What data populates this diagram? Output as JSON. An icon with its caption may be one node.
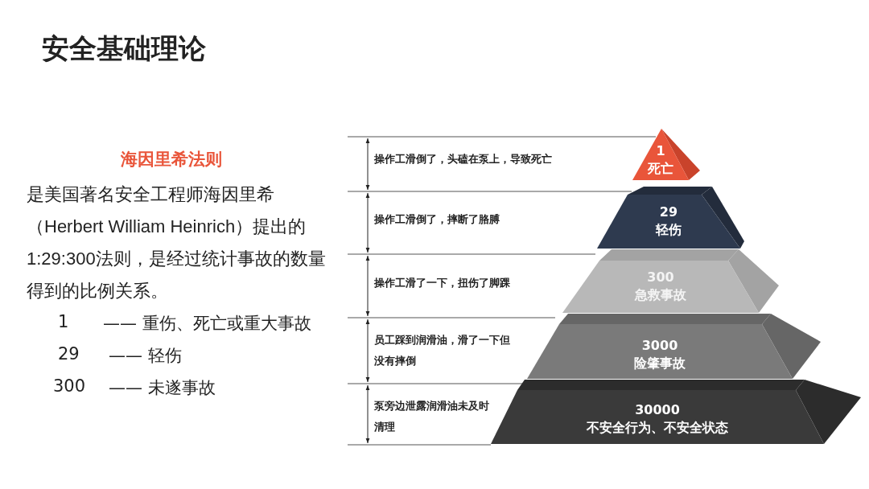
{
  "diagram": {
    "title": "安全基础理论",
    "nodes": [
      {
        "text": [
          "1",
          "死亡"
        ]
      },
      {
        "text": [
          "29",
          "轻伤"
        ]
      },
      {
        "text": [
          "300",
          "急救事故"
        ]
      },
      {
        "text": [
          "3000",
          "险肇事故"
        ]
      },
      {
        "text": [
          "30000",
          "不安全行为、不安全状态"
        ]
      }
    ],
    "edges": [],
    "labels": [
      "海因里希法则",
      "是美国著名安全工程师海因里希（Herbert William Heinrich）提出的1:29:300法则，是经过统计事故的数量得到的比例关系。",
      "1",
      "—— 重伤、死亡或重大事故",
      "29",
      "—— 轻伤",
      "300",
      "—— 未遂事故",
      "操作工滑倒了，头磕在泵上，导致死亡",
      "操作工滑倒了，摔断了胳膊",
      "操作工滑了一下，扭伤了脚踝",
      "员工踩到润滑油，滑了一下但没有摔倒",
      "泵旁边泄露润滑油未及时清理"
    ]
  }
}
